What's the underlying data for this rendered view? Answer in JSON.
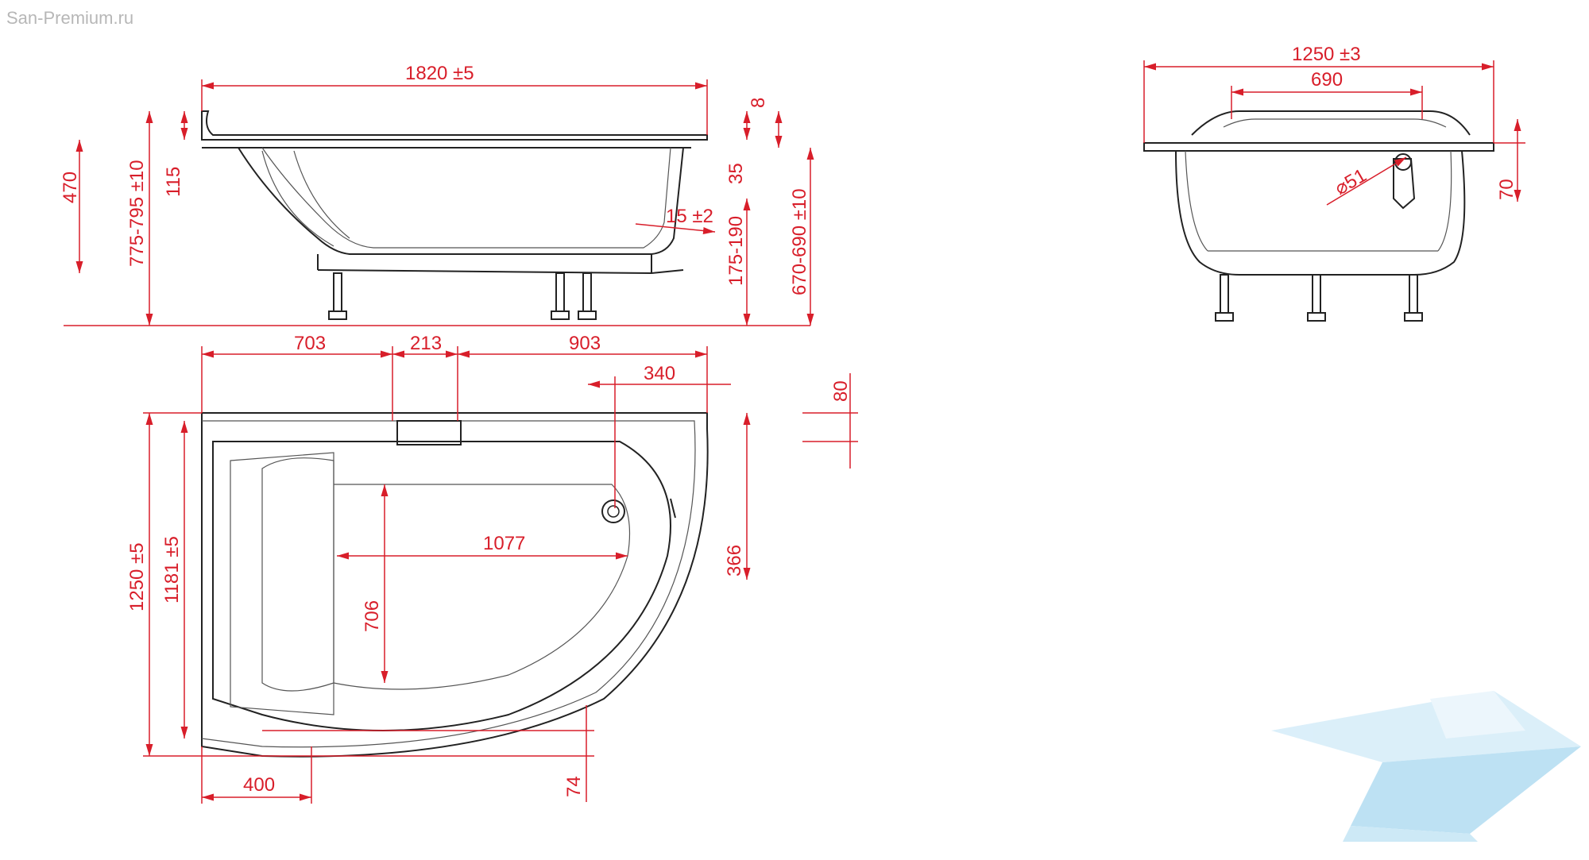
{
  "watermark": "San-Premium.ru",
  "colors": {
    "dimension": "#d81e2a",
    "outline": "#222222",
    "logo": "#a8d8f0"
  },
  "side_view": {
    "length": "1820 ±5",
    "rim": "8",
    "total_height": "470",
    "height_with_legs": "775-795 ±10",
    "rim_depth": "115",
    "rim_35": "35",
    "slope": "15 ±2",
    "leg_height": "175-190",
    "drain_height": "670-690 ±10"
  },
  "top_view": {
    "seg_703": "703",
    "seg_213": "213",
    "seg_903": "903",
    "seg_340": "340",
    "seg_80": "80",
    "width": "1250 ±5",
    "inner_width": "1181 ±5",
    "inner_length": "1077",
    "inner_depth": "706",
    "drain_offset": "366",
    "bottom_400": "400",
    "bottom_74": "74"
  },
  "end_view": {
    "width": "1250 ±3",
    "inner": "690",
    "drain_diameter": "⌀51",
    "height_70": "70"
  }
}
